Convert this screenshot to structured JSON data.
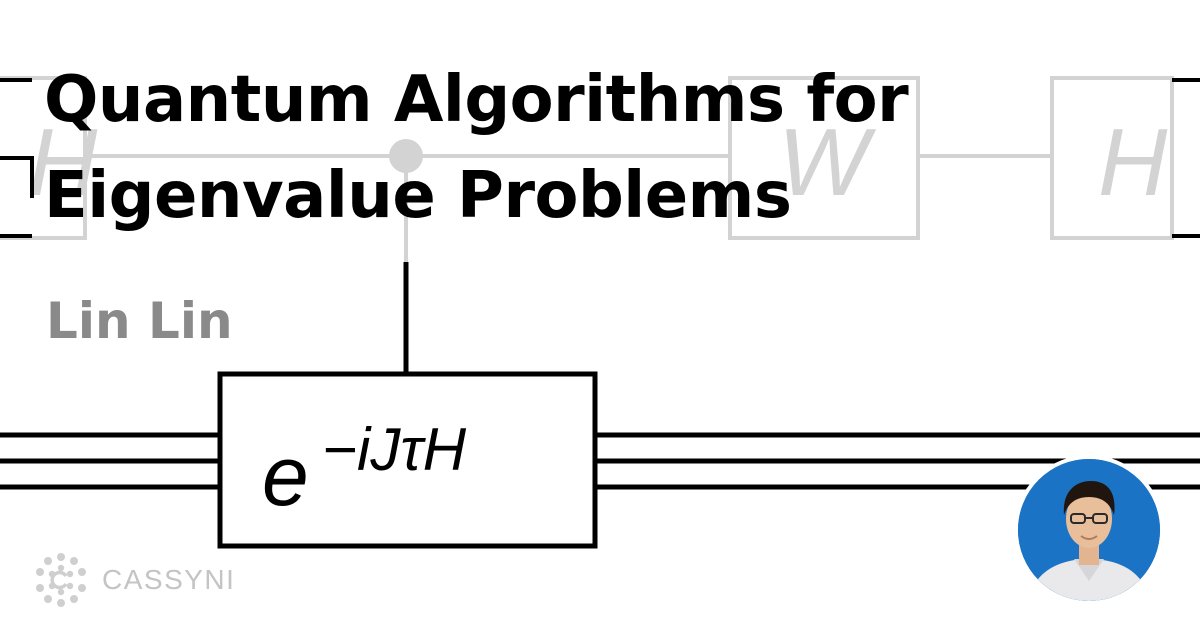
{
  "title_line1": "Quantum Algorithms for",
  "title_line2": "Eigenvalue Problems",
  "author": "Lin Lin",
  "brand": "CASSYNI",
  "circuit": {
    "gate_base": "e",
    "gate_exponent": "−iJτH",
    "faded_gate_left": "H",
    "faded_gate_mid": "W",
    "faded_gate_right": "H"
  },
  "colors": {
    "title": "#000000",
    "author": "#8a8a8a",
    "faded": "#d3d3d3",
    "avatar_bg": "#1a73c4"
  },
  "icons": [
    "cassyni-logo-icon",
    "speaker-avatar"
  ]
}
